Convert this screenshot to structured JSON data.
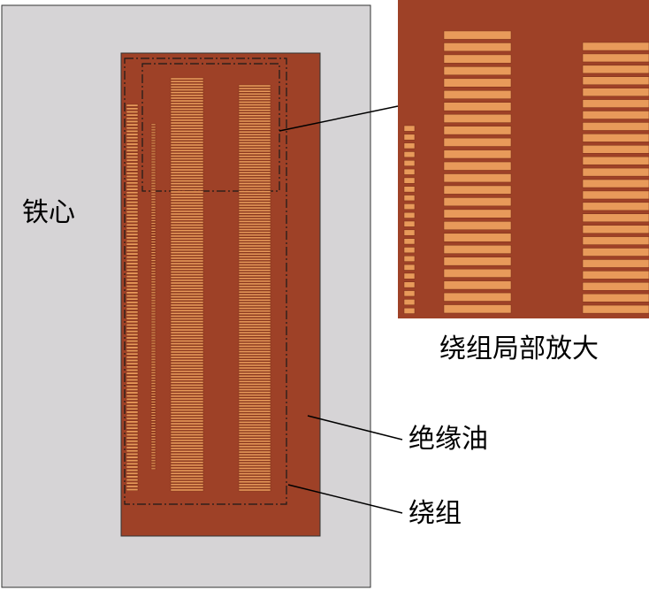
{
  "colors": {
    "core": "#d6d4d6",
    "oil": "#9e4127",
    "winding": "#e89a5a",
    "winding_line": "#7a2e18",
    "outline": "#333333",
    "leader": "#000000"
  },
  "labels": {
    "core": "铁心",
    "zoom": "绕组局部放大",
    "oil": "绝缘油",
    "winding": "绕组"
  },
  "winding_stacks": [
    {
      "name": "inner-thin-winding",
      "turns": 120
    },
    {
      "name": "inner-dotted-winding",
      "turns": 130
    },
    {
      "name": "middle-winding",
      "turns": 150
    },
    {
      "name": "outer-winding",
      "turns": 150
    }
  ],
  "zoom_stacks": [
    {
      "name": "zoom-inner-winding",
      "turns": 22
    },
    {
      "name": "zoom-middle-winding",
      "turns": 24
    },
    {
      "name": "zoom-outer-winding",
      "turns": 24
    }
  ]
}
